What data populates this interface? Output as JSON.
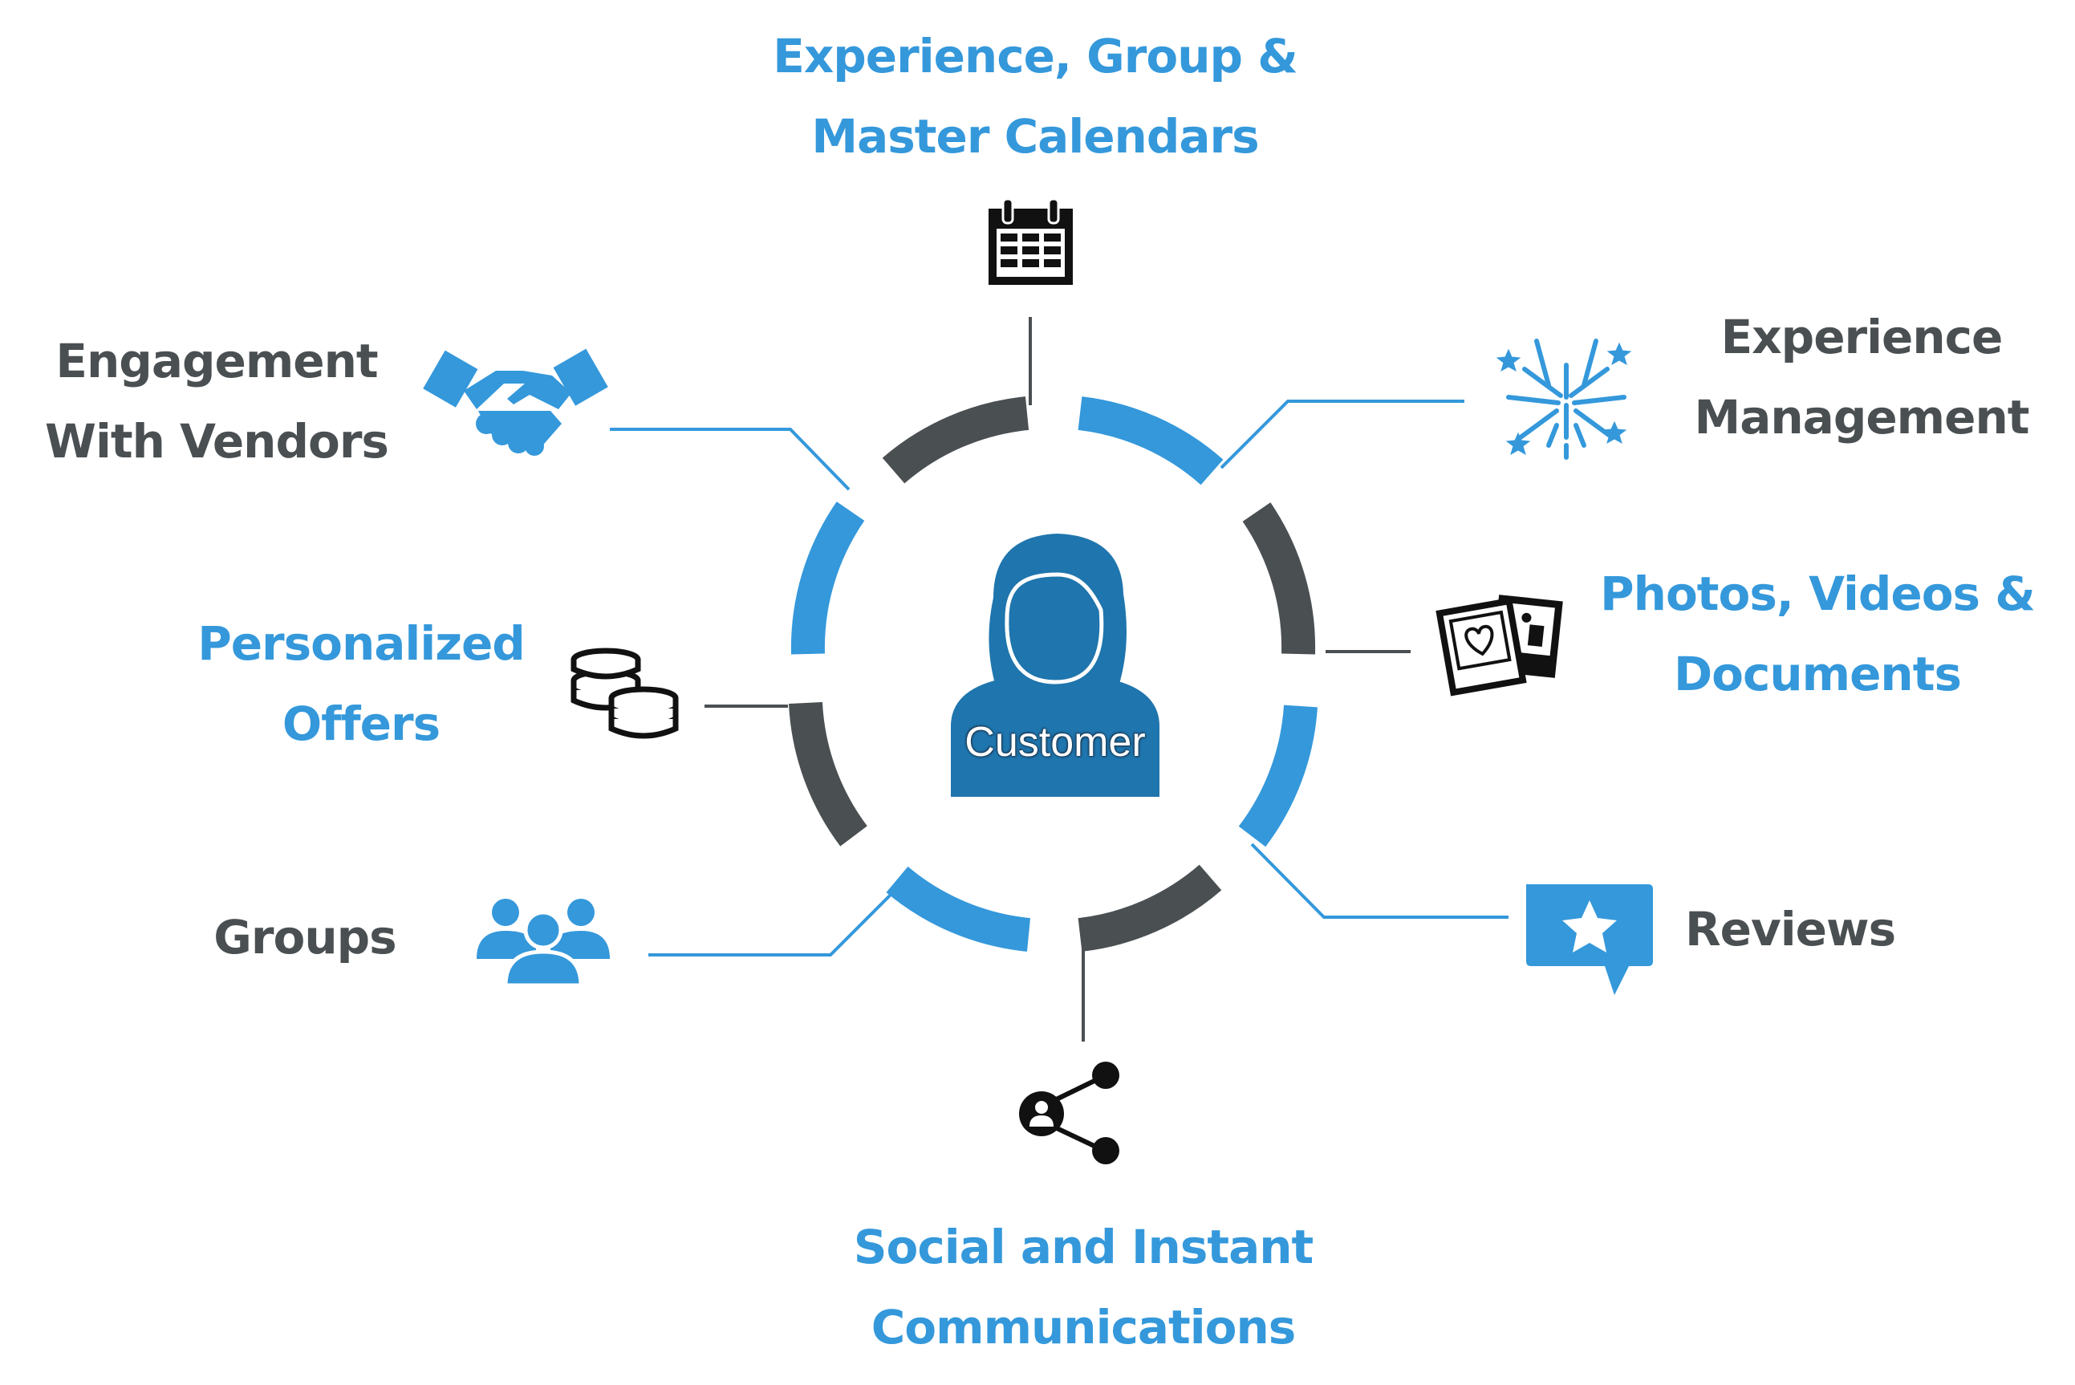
{
  "center": {
    "label": "Customer",
    "icon": "person-icon"
  },
  "colors": {
    "blue": "#3498db",
    "dark": "#4a4f52",
    "customer": "#1f75ad",
    "icon_black": "#111111"
  },
  "nodes": [
    {
      "id": "calendars",
      "lines": [
        "Experience, Group &",
        "Master Calendars"
      ],
      "color": "blue",
      "icon": "calendar-icon"
    },
    {
      "id": "experience-management",
      "lines": [
        "Experience",
        "Management"
      ],
      "color": "dark",
      "icon": "fireworks-icon"
    },
    {
      "id": "photos",
      "lines": [
        "Photos, Videos &",
        "Documents"
      ],
      "color": "blue",
      "icon": "photos-icon"
    },
    {
      "id": "reviews",
      "lines": [
        "Reviews"
      ],
      "color": "dark",
      "icon": "review-star-icon"
    },
    {
      "id": "social",
      "lines": [
        "Social and Instant",
        "Communications"
      ],
      "color": "blue",
      "icon": "share-icon"
    },
    {
      "id": "groups",
      "lines": [
        "Groups"
      ],
      "color": "dark",
      "icon": "group-icon"
    },
    {
      "id": "offers",
      "lines": [
        "Personalized",
        "Offers"
      ],
      "color": "blue",
      "icon": "coins-icon"
    },
    {
      "id": "vendors",
      "lines": [
        "Engagement",
        "With Vendors"
      ],
      "color": "dark",
      "icon": "handshake-icon"
    }
  ]
}
